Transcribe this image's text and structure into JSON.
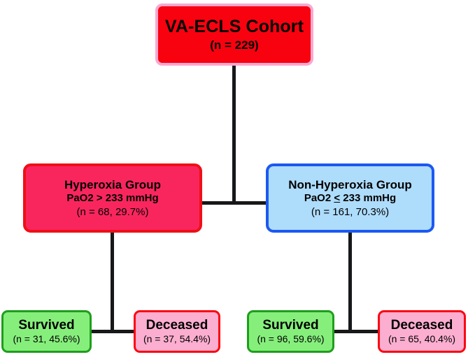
{
  "diagram": {
    "type": "flowchart",
    "title": "VA-ECLS Cohort patient flow by oxygenation group and survival outcome",
    "colors": {
      "root_fill": "#f80210",
      "root_border": "#f9a8d0",
      "hyperoxia_fill": "#f9265e",
      "hyperoxia_border": "#ef0f17",
      "nonhyperoxia_fill": "#aedcfb",
      "nonhyperoxia_border": "#1c58f2",
      "survived_fill": "#86ef7c",
      "survived_border": "#1f9e1c",
      "deceased_fill": "#fcaed0",
      "deceased_border": "#fb0712",
      "connector": "#17181a"
    },
    "root": {
      "title": "VA-ECLS Cohort",
      "count": "(n = 229)",
      "n": 229
    },
    "groups": [
      {
        "id": "hyperoxia",
        "title": "Hyperoxia Group",
        "criterion_prefix": "PaO2 ",
        "criterion_operator": ">",
        "criterion_suffix": " 233 mmHg",
        "count": "(n = 68, 29.7%)",
        "n": 68,
        "percent": 29.7,
        "outcomes": [
          {
            "id": "survived-hyperoxia",
            "label": "Survived",
            "count": "(n = 31, 45.6%)",
            "n": 31,
            "percent": 45.6
          },
          {
            "id": "deceased-hyperoxia",
            "label": "Deceased",
            "count": "(n = 37, 54.4%)",
            "n": 37,
            "percent": 54.4
          }
        ]
      },
      {
        "id": "non-hyperoxia",
        "title": "Non-Hyperoxia Group",
        "criterion_prefix": "PaO2 ",
        "criterion_operator": "<",
        "criterion_suffix": " 233 mmHg",
        "count": "(n = 161, 70.3%)",
        "n": 161,
        "percent": 70.3,
        "outcomes": [
          {
            "id": "survived-non-hyperoxia",
            "label": "Survived",
            "count": "(n = 96, 59.6%)",
            "n": 96,
            "percent": 59.6
          },
          {
            "id": "deceased-non-hyperoxia",
            "label": "Deceased",
            "count": "(n = 65, 40.4%)",
            "n": 65,
            "percent": 40.4
          }
        ]
      }
    ]
  }
}
